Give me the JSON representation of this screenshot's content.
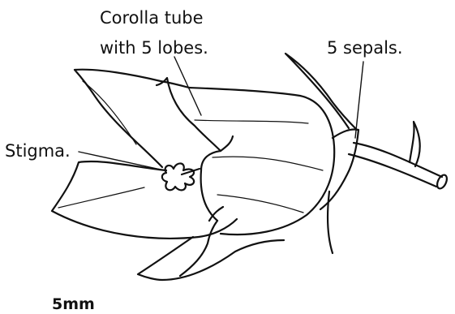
{
  "labels": {
    "corolla_line1": "Corolla tube",
    "corolla_line2": "with 5 lobes.",
    "sepals": "5 sepals.",
    "stigma": "Stigma.",
    "scale": "5mm"
  }
}
